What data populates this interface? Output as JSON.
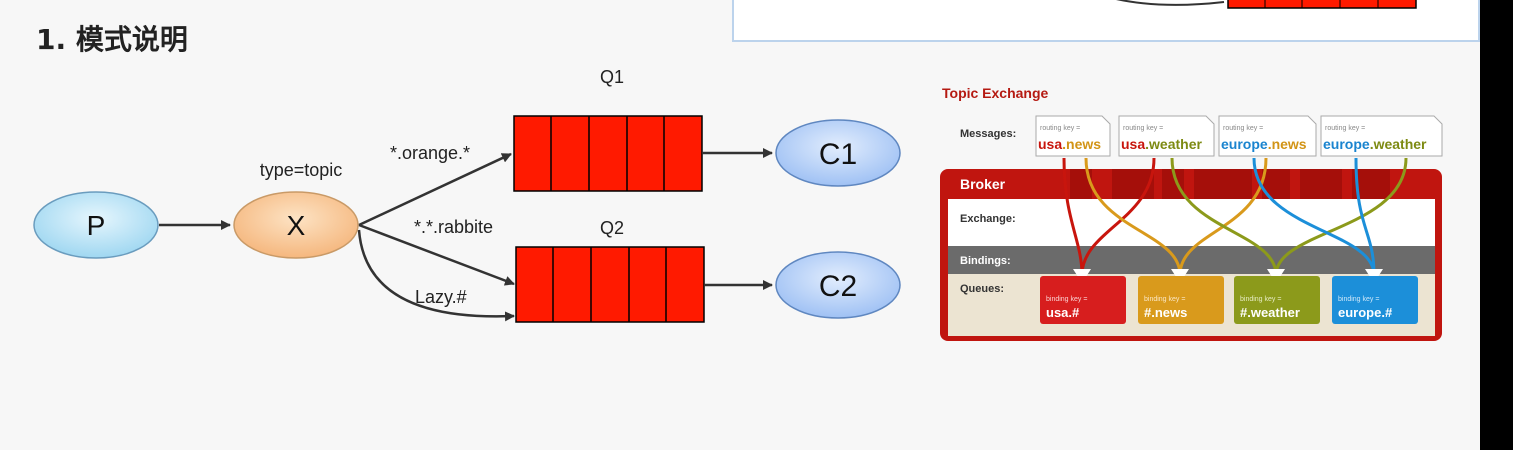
{
  "heading": "1. 模式说明",
  "diagram": {
    "producer": "P",
    "exchange": "X",
    "exchange_type": "type=topic",
    "queues": [
      {
        "name": "Q1",
        "consumer": "C1",
        "binding": "*.orange.*"
      },
      {
        "name": "Q2",
        "consumer": "C2",
        "bindings": [
          "*.*.rabbite",
          "Lazy.#"
        ]
      }
    ]
  },
  "topic_figure": {
    "title": "Topic Exchange",
    "messages_label": "Messages:",
    "messages": [
      {
        "prefix": "routing key =",
        "part1": "usa",
        "part2": ".news"
      },
      {
        "prefix": "routing key =",
        "part1": "usa",
        "part2": ".weather"
      },
      {
        "prefix": "routing key =",
        "part1": "europe",
        "part2": ".news"
      },
      {
        "prefix": "routing key =",
        "part1": "europe",
        "part2": ".weather"
      }
    ],
    "broker_label": "Broker",
    "exchange_label": "Exchange:",
    "bindings_label": "Bindings:",
    "queues_label": "Queues:",
    "queues": [
      {
        "prefix": "binding key =",
        "key": "usa.#",
        "color": "#d71e1e"
      },
      {
        "prefix": "binding key =",
        "key": "#.news",
        "color": "#d99a1c"
      },
      {
        "prefix": "binding key =",
        "key": "#.weather",
        "color": "#8c9a1b"
      },
      {
        "prefix": "binding key =",
        "key": "europe.#",
        "color": "#1c8fd9"
      }
    ]
  },
  "colors": {
    "queue_red": "#ff1a00",
    "producer_blue": "#bfe6f7",
    "exchange_orange": "#f8c898",
    "consumer_blue": "#b8d4f8",
    "broker_red": "#c0150f"
  }
}
